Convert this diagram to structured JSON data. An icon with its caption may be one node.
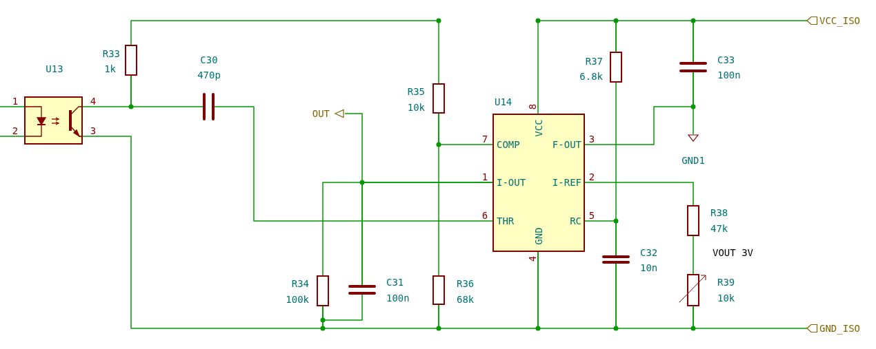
{
  "diagram": {
    "nodes": [
      {
        "text": [
          "U13"
        ]
      },
      {
        "text": [
          "R33",
          "1k"
        ]
      },
      {
        "text": [
          "C30",
          "470p"
        ]
      },
      {
        "text": [
          "OUT"
        ]
      },
      {
        "text": [
          "R35",
          "10k"
        ]
      },
      {
        "text": [
          "U14"
        ]
      },
      {
        "text": [
          "R37",
          "6.8k"
        ]
      },
      {
        "text": [
          "C33",
          "100n"
        ]
      },
      {
        "text": [
          "VCC_ISO"
        ]
      },
      {
        "text": [
          "GND1"
        ]
      },
      {
        "text": [
          "R38",
          "47k"
        ]
      },
      {
        "text": [
          "C32",
          "10n"
        ]
      },
      {
        "text": [
          "R34",
          "100k"
        ]
      },
      {
        "text": [
          "C31",
          "100n"
        ]
      },
      {
        "text": [
          "R36",
          "68k"
        ]
      },
      {
        "text": [
          "R39",
          "10k"
        ]
      },
      {
        "text": [
          "GND_ISO"
        ]
      }
    ],
    "edges": [
      {
        "from": 0,
        "to": 1,
        "arrow": "none"
      },
      {
        "from": 1,
        "to": 2,
        "arrow": "none"
      },
      {
        "from": 2,
        "to": 5,
        "arrow": "none"
      },
      {
        "from": 3,
        "to": 13,
        "arrow": "none"
      },
      {
        "from": 5,
        "to": 13,
        "arrow": "none"
      },
      {
        "from": 5,
        "to": 12,
        "arrow": "none"
      },
      {
        "from": 1,
        "to": 4,
        "arrow": "none"
      },
      {
        "from": 4,
        "to": 5,
        "arrow": "none"
      },
      {
        "from": 4,
        "to": 14,
        "arrow": "none"
      },
      {
        "from": 5,
        "to": 6,
        "arrow": "none"
      },
      {
        "from": 6,
        "to": 7,
        "arrow": "none"
      },
      {
        "from": 7,
        "to": 8,
        "arrow": "none"
      },
      {
        "from": 5,
        "to": 7,
        "arrow": "none"
      },
      {
        "from": 7,
        "to": 9,
        "arrow": "none"
      },
      {
        "from": 5,
        "to": 10,
        "arrow": "none"
      },
      {
        "from": 6,
        "to": 11,
        "arrow": "none"
      },
      {
        "from": 5,
        "to": 11,
        "arrow": "none"
      },
      {
        "from": 10,
        "to": 15,
        "arrow": "none"
      },
      {
        "from": 0,
        "to": 12,
        "arrow": "none"
      },
      {
        "from": 12,
        "to": 13,
        "arrow": "none"
      },
      {
        "from": 12,
        "to": 14,
        "arrow": "none"
      },
      {
        "from": 14,
        "to": 5,
        "arrow": "none"
      },
      {
        "from": 5,
        "to": 11,
        "arrow": "none"
      },
      {
        "from": 11,
        "to": 15,
        "arrow": "none"
      },
      {
        "from": 15,
        "to": 16,
        "arrow": "none"
      },
      {
        "from": null,
        "to": 0,
        "arrow": "none"
      },
      {
        "from": null,
        "to": 0,
        "arrow": "none"
      }
    ],
    "labels": [
      "1",
      "4",
      "2",
      "3",
      "8",
      "VCC",
      "7",
      "COMP",
      "F-OUT",
      "3",
      "1",
      "I-OUT",
      "I-REF",
      "2",
      "6",
      "THR",
      "RC",
      "5",
      "GND",
      "4",
      "VOUT 3V"
    ]
  }
}
